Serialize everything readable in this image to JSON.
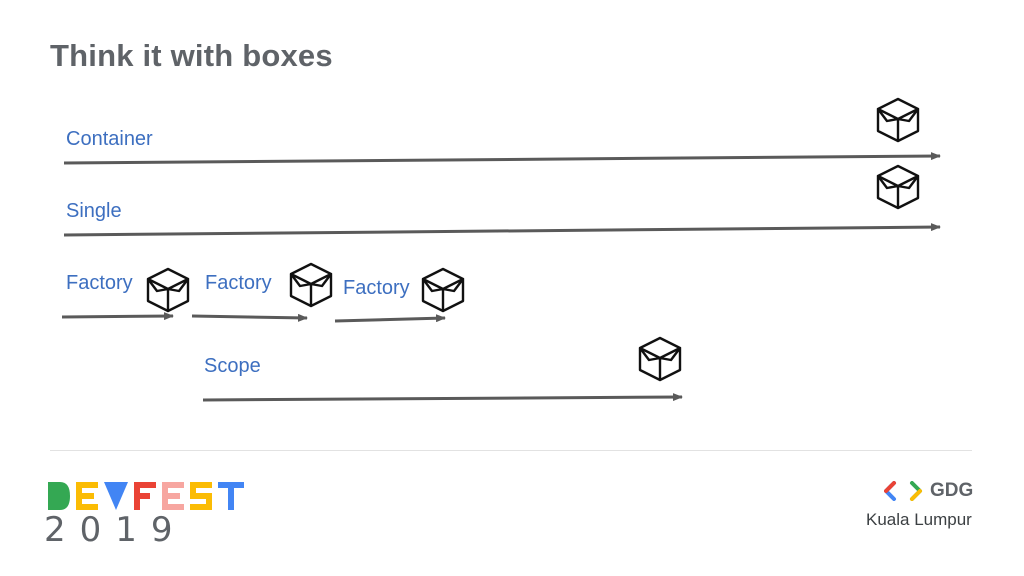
{
  "title": "Think it with boxes",
  "rows": [
    {
      "id": "container",
      "label": "Container"
    },
    {
      "id": "single",
      "label": "Single"
    },
    {
      "id": "factory-1",
      "label": "Factory"
    },
    {
      "id": "factory-2",
      "label": "Factory"
    },
    {
      "id": "factory-3",
      "label": "Factory"
    },
    {
      "id": "scope",
      "label": "Scope"
    }
  ],
  "icons": {
    "box": "open-box-icon",
    "arrow": "right-arrow"
  },
  "colors": {
    "title": "#5f6368",
    "label": "#3d6fc0",
    "arrow": "#5a5a5a",
    "box": "#111111"
  },
  "footer": {
    "devfest_letters": [
      "D",
      "E",
      "V",
      "F",
      "E",
      "S",
      "T"
    ],
    "devfest_colors": [
      "#34a853",
      "#fbbc04",
      "#4285f4",
      "#ea4335",
      "#ea4335",
      "#fbbc04",
      "#4285f4"
    ],
    "year": "2019",
    "gdg_label": "GDG",
    "city": "Kuala Lumpur"
  }
}
